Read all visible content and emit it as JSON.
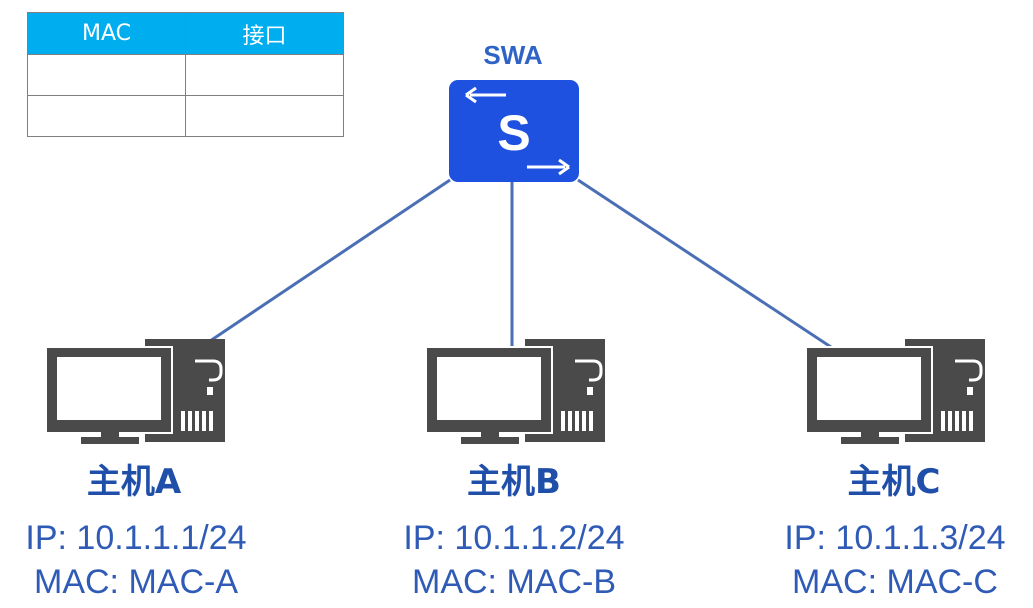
{
  "mac_table": {
    "headers": [
      "MAC",
      "接口"
    ],
    "rows": [
      [
        "",
        ""
      ],
      [
        "",
        ""
      ]
    ]
  },
  "switch": {
    "label": "SWA",
    "icon_text": "S",
    "color": "#1F51E0"
  },
  "colors": {
    "link": "#4A6FB5",
    "text_blue": "#2F5BB6",
    "header_bg": "#00AEEF",
    "host_gray": "#4A4A4A"
  },
  "hosts": [
    {
      "name": "主机A",
      "ip": "IP: 10.1.1.1/24",
      "mac": "MAC: MAC-A"
    },
    {
      "name": "主机B",
      "ip": "IP: 10.1.1.2/24",
      "mac": "MAC: MAC-B"
    },
    {
      "name": "主机C",
      "ip": "IP: 10.1.1.3/24",
      "mac": "MAC: MAC-C"
    }
  ]
}
